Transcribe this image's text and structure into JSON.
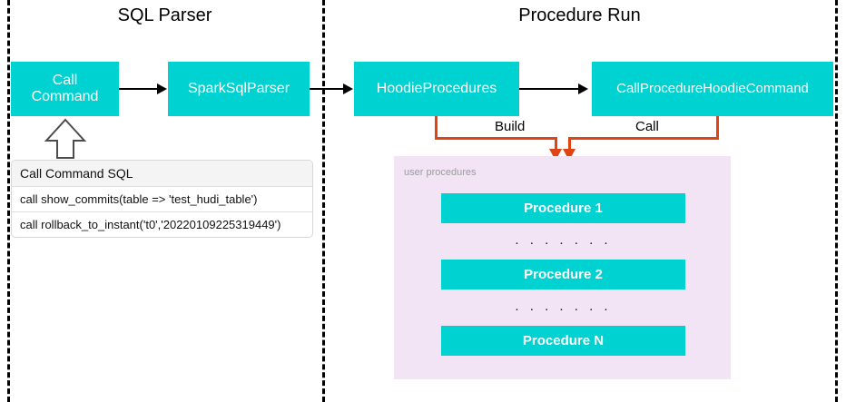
{
  "diagram": {
    "sections": [
      {
        "title": "SQL Parser"
      },
      {
        "title": "Procedure Run"
      }
    ],
    "nodes": {
      "call_command": "Call\nCommand",
      "call_command_line1": "Call",
      "call_command_line2": "Command",
      "spark_sql_parser": "SparkSqlParser",
      "hoodie_procedures": "HoodieProcedures",
      "call_procedure_hoodie_command": "CallProcedureHoodieCommand"
    },
    "edge_labels": {
      "build": "Build",
      "call": "Call"
    },
    "sql_card": {
      "header": "Call Command SQL",
      "rows": [
        "call show_commits(table => 'test_hudi_table')",
        "call rollback_to_instant('t0','20220109225319449')"
      ]
    },
    "user_procedures": {
      "label": "user procedures",
      "items": [
        "Procedure 1",
        "Procedure 2",
        "Procedure N"
      ],
      "ellipsis": ". . . . . . ."
    },
    "colors": {
      "teal": "#00d1d1",
      "orange": "#e04413",
      "panel_pink": "#f2e4f5",
      "divider": "#000000",
      "text_light": "#9b9b9b"
    }
  }
}
